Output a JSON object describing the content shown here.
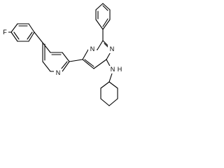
{
  "molecule": {
    "atoms": {
      "fluorine": "F",
      "pyridine_nitrogen": "N",
      "pyrimidine_nitrogen_top": "N",
      "pyrimidine_nitrogen_right": "N",
      "amine_nitrogen": "N",
      "amine_hydrogen": "H"
    },
    "colors": {
      "bond": "#000000",
      "label": "#000000",
      "background": "#ffffff"
    }
  }
}
